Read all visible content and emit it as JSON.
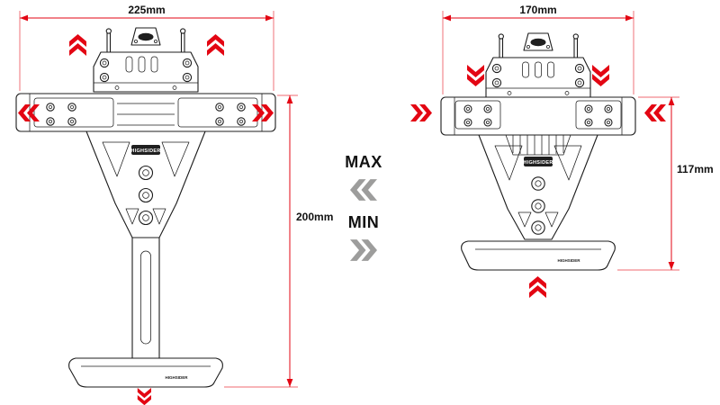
{
  "legend": {
    "max_label": "MAX",
    "min_label": "MIN"
  },
  "left_diagram": {
    "width_label": "225mm",
    "height_label": "200mm",
    "brand": "HIGHSIDER"
  },
  "right_diagram": {
    "width_label": "170mm",
    "height_label": "117mm",
    "brand": "HIGHSIDER"
  },
  "colors": {
    "red": "#e30613",
    "grey": "#9d9d9c"
  }
}
